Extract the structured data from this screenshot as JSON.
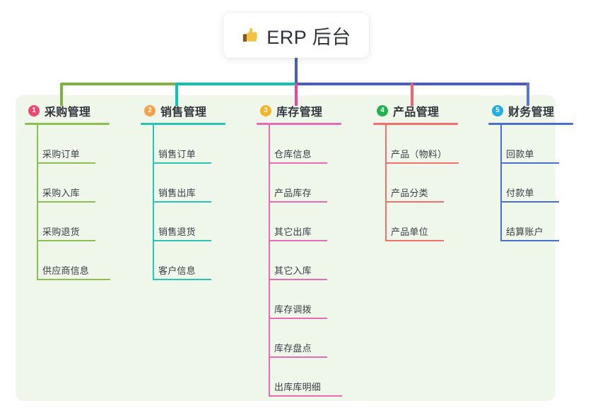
{
  "title": {
    "text": "ERP 后台",
    "icon": "thumbs-up-icon"
  },
  "palette": {
    "panel_background": "#eef7ea",
    "page_background": "#ffffff",
    "trunk": "#4a5bc4",
    "bus_green": "#7cb342",
    "bus_teal": "#13bfae",
    "bus_blue": "#4a5bc4",
    "stub_green": "#7cb342",
    "stub_teal": "#13bfae",
    "stub_pink": "#e8489c",
    "stub_red": "#f4606c",
    "stub_blue": "#5b77d6"
  },
  "columns": [
    {
      "index": "1",
      "badge_color": "#f0466f",
      "line_color": "#8cc152",
      "title": "采购管理",
      "items": [
        {
          "label": "采购订单"
        },
        {
          "label": "采购入库"
        },
        {
          "label": "采购退货"
        },
        {
          "label": "供应商信息",
          "wide": true
        }
      ]
    },
    {
      "index": "2",
      "badge_color": "#f5a04a",
      "line_color": "#2bc4b4",
      "title": "销售管理",
      "items": [
        {
          "label": "销售订单"
        },
        {
          "label": "销售出库"
        },
        {
          "label": "销售退货"
        },
        {
          "label": "客户信息"
        }
      ]
    },
    {
      "index": "3",
      "badge_color": "#f5b425",
      "line_color": "#ea6ab3",
      "title": "库存管理",
      "items": [
        {
          "label": "仓库信息"
        },
        {
          "label": "产品库存"
        },
        {
          "label": "其它出库"
        },
        {
          "label": "其它入库"
        },
        {
          "label": "库存调拨"
        },
        {
          "label": "库存盘点"
        },
        {
          "label": "出库库明细",
          "wide": true
        }
      ]
    },
    {
      "index": "4",
      "badge_color": "#23b14d",
      "line_color": "#f4706d",
      "title": "产品管理",
      "items": [
        {
          "label": "产品（物料）",
          "wide": true
        },
        {
          "label": "产品分类"
        },
        {
          "label": "产品单位"
        }
      ]
    },
    {
      "index": "5",
      "badge_color": "#21aee4",
      "line_color": "#4a6fd0",
      "title": "财务管理",
      "items": [
        {
          "label": "回款单"
        },
        {
          "label": "付款单"
        },
        {
          "label": "结算账户"
        }
      ]
    }
  ]
}
